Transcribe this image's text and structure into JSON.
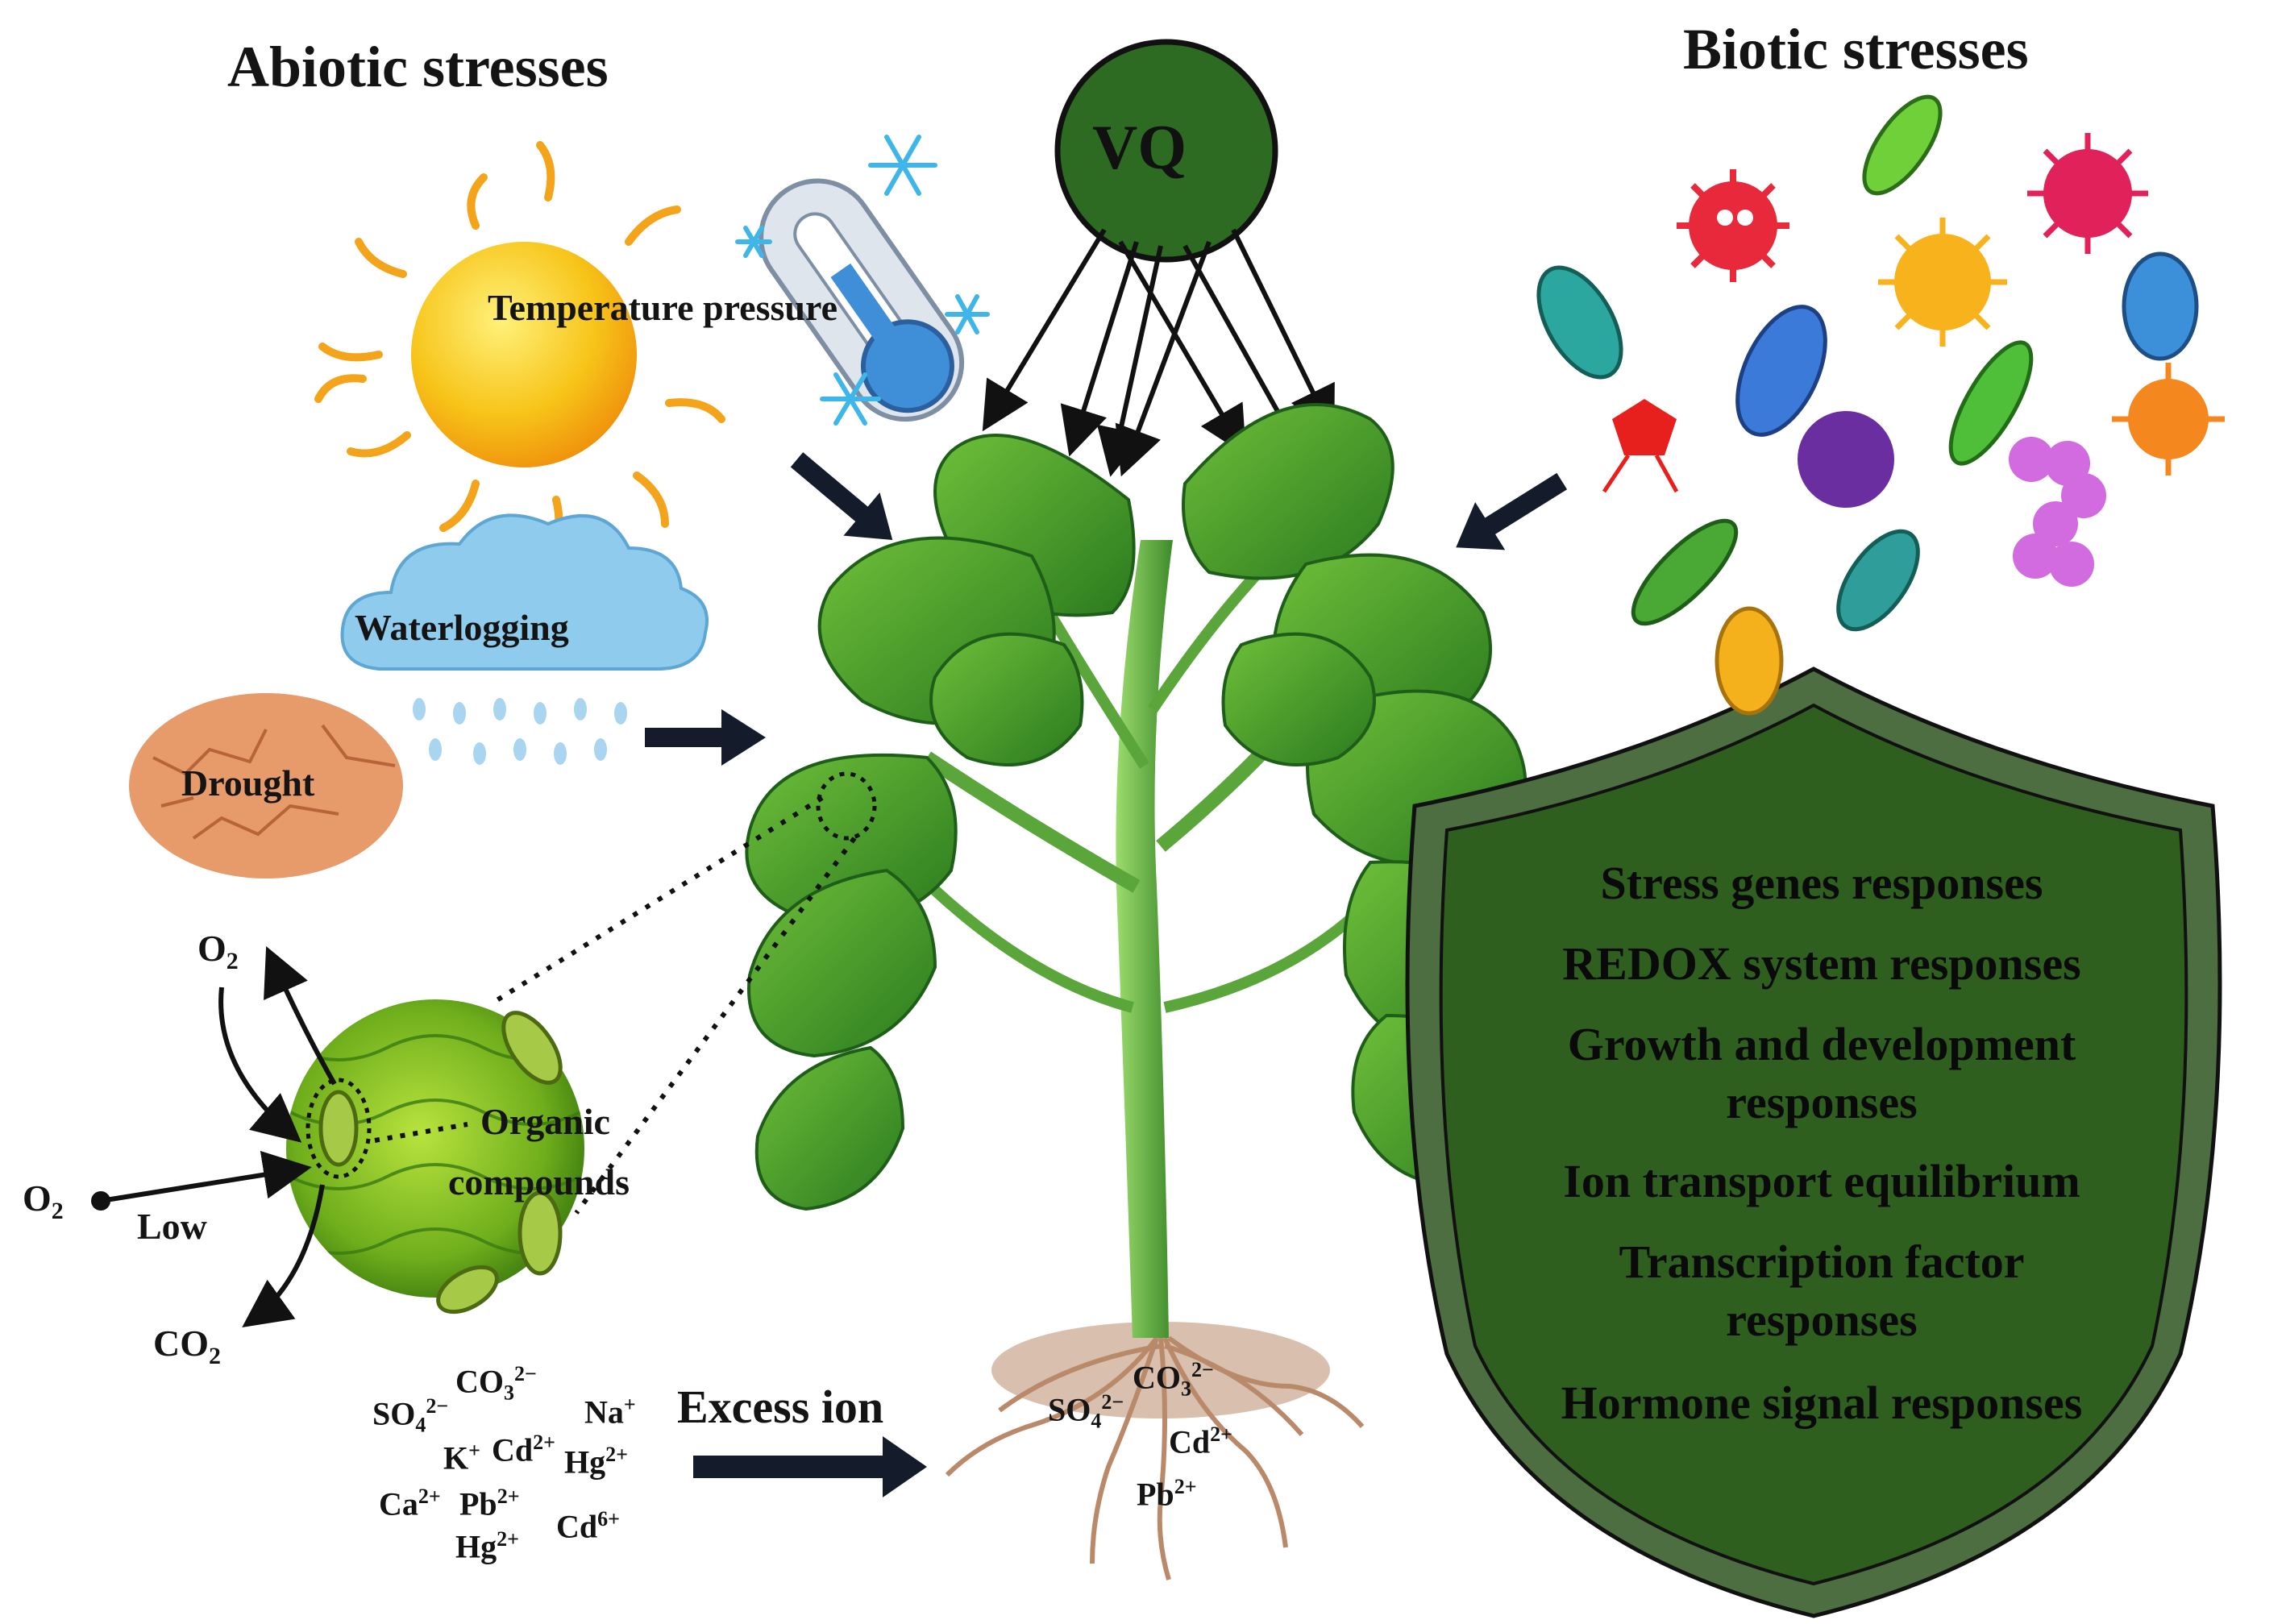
{
  "headings": {
    "abiotic": "Abiotic stresses",
    "biotic": "Biotic stresses"
  },
  "vq_label": "VQ",
  "abiotic_labels": {
    "temperature": "Temperature pressure",
    "waterlogging": "Waterlogging",
    "drought": "Drought",
    "organic": "Organic",
    "compounds": "compounds",
    "o2": "O",
    "o2_sub": "2",
    "co2": "CO",
    "co2_sub": "2",
    "low": "Low",
    "excess_ion": "Excess ion"
  },
  "ions_left": [
    {
      "base": "SO",
      "sub": "4",
      "sup": "2−"
    },
    {
      "base": "CO",
      "sub": "3",
      "sup": "2−"
    },
    {
      "base": "Na",
      "sub": "",
      "sup": "+"
    },
    {
      "base": "K",
      "sub": "",
      "sup": "+"
    },
    {
      "base": "Cd",
      "sub": "",
      "sup": "2+"
    },
    {
      "base": "Hg",
      "sub": "",
      "sup": "2+"
    },
    {
      "base": "Ca",
      "sub": "",
      "sup": "2+"
    },
    {
      "base": "Pb",
      "sub": "",
      "sup": "2+"
    },
    {
      "base": "Hg",
      "sub": "",
      "sup": "2+"
    },
    {
      "base": "Cd",
      "sub": "",
      "sup": "6+"
    }
  ],
  "ions_root": [
    {
      "base": "CO",
      "sub": "3",
      "sup": "2−"
    },
    {
      "base": "SO",
      "sub": "4",
      "sup": "2−"
    },
    {
      "base": "Cd",
      "sub": "",
      "sup": "2+"
    },
    {
      "base": "Pb",
      "sub": "",
      "sup": "2+"
    }
  ],
  "shield_items": [
    "Stress genes responses",
    "REDOX system responses",
    "Growth and development",
    "responses",
    "Ion transport equilibrium",
    "Transcription factor",
    "responses",
    "Hormone signal responses"
  ],
  "colors": {
    "vq_fill": "#2e6b22",
    "shield_fill": "#2f5f1e",
    "shield_border": "#4c6e41",
    "leaf": "#3e8e2a",
    "sun": "#f6b40f",
    "cloud": "#8fcbec",
    "drought": "#e79b6a"
  }
}
